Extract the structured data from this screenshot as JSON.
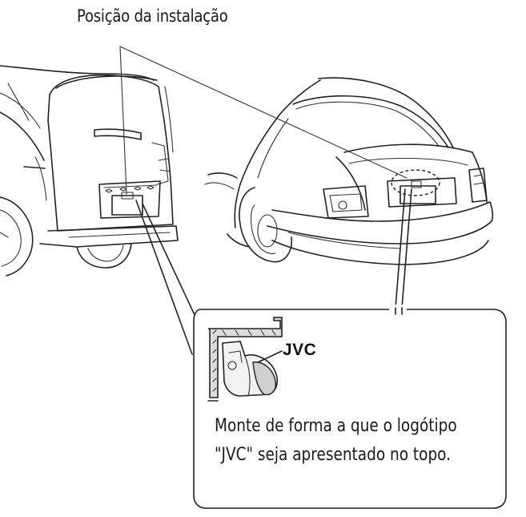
{
  "diagram": {
    "install_position_label": "Posição da instalação",
    "brand_label": "JVC",
    "instruction_line1": "Monte de forma a que o logótipo",
    "instruction_line2": "\"JVC\" seja apresentado no topo."
  }
}
